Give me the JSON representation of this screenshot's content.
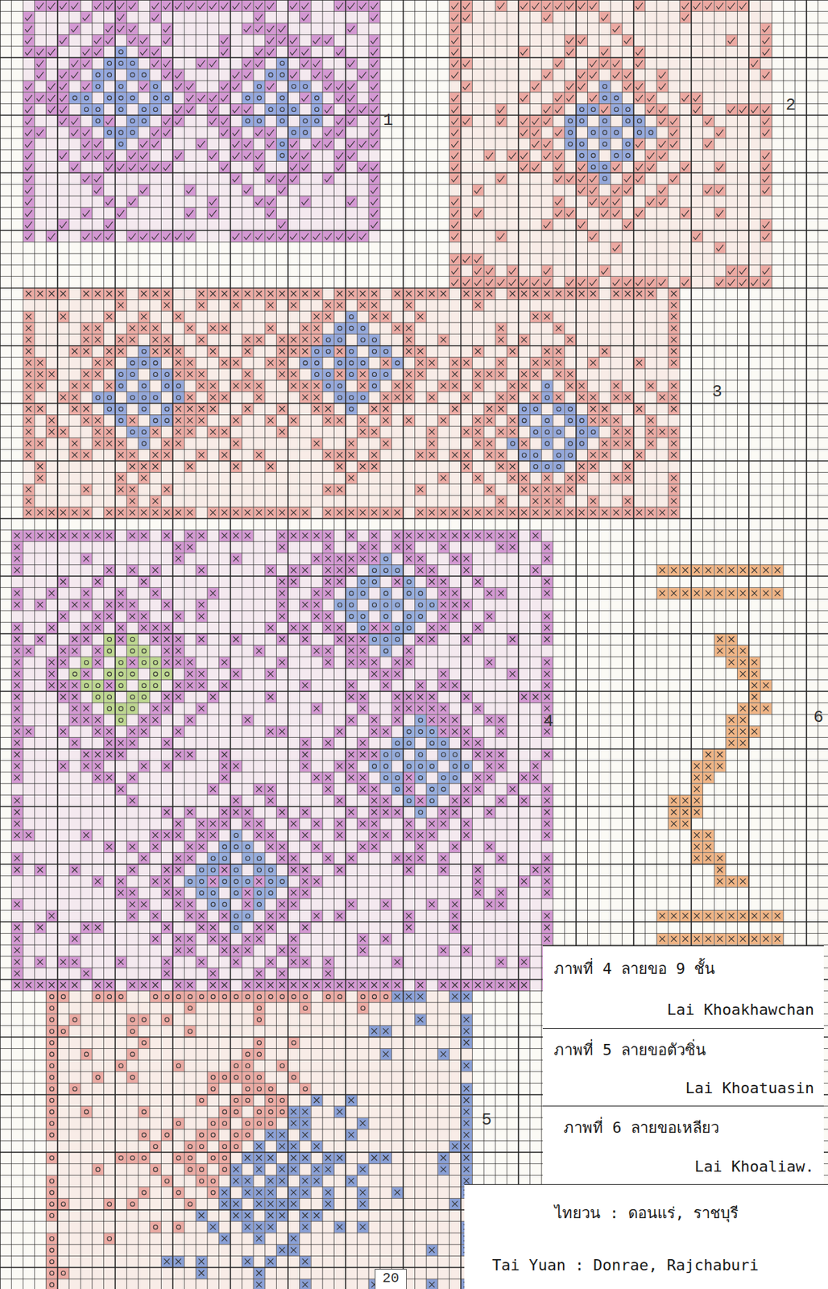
{
  "diagram": {
    "nodes": [
      {
        "text": [
          "ภาพที่ 4 ลายขอ 9 ชั้น",
          "Lai Khoakhawchan"
        ]
      },
      {
        "text": [
          "ภาพที่ 5 ลายขอตัวซิ่น",
          "Lai Khoatuasin"
        ]
      },
      {
        "text": [
          "ภาพที่ 6 ลายขอเหลียว",
          "Lai Khoaliaw."
        ]
      },
      {
        "text": [
          "ไทยวน : ดอนแร่, ราชบุรี",
          "Tai Yuan : Donrae, Rajchaburi"
        ]
      }
    ],
    "labels": [
      "1",
      "2",
      "3",
      "4",
      "5",
      "6",
      "20"
    ]
  }
}
